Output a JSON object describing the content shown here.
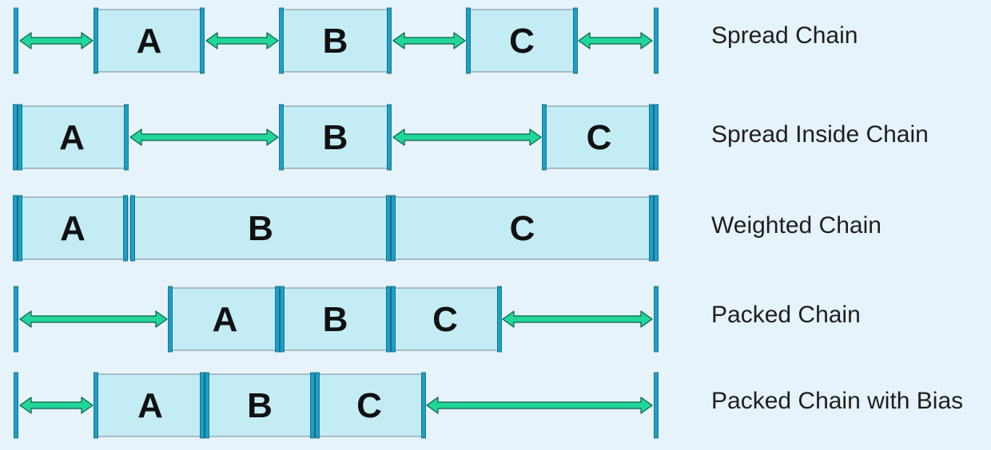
{
  "colors": {
    "background": "#e6f3fb",
    "widget_fill": "#c4ecf5",
    "widget_border": "#7a8a90",
    "bar_fill": "#1aa1c8",
    "bar_stroke": "#0b5f78",
    "arrow_fill": "#22d69a",
    "arrow_stroke": "#0c5f48",
    "letter_color": "#111111"
  },
  "rows": [
    {
      "label": "Spread Chain",
      "widgets": [
        "A",
        "B",
        "C"
      ]
    },
    {
      "label": "Spread Inside Chain",
      "widgets": [
        "A",
        "B",
        "C"
      ]
    },
    {
      "label": "Weighted Chain",
      "widgets": [
        "A",
        "B",
        "C"
      ]
    },
    {
      "label": "Packed Chain",
      "widgets": [
        "A",
        "B",
        "C"
      ]
    },
    {
      "label": "Packed Chain with Bias",
      "widgets": [
        "A",
        "B",
        "C"
      ]
    }
  ]
}
